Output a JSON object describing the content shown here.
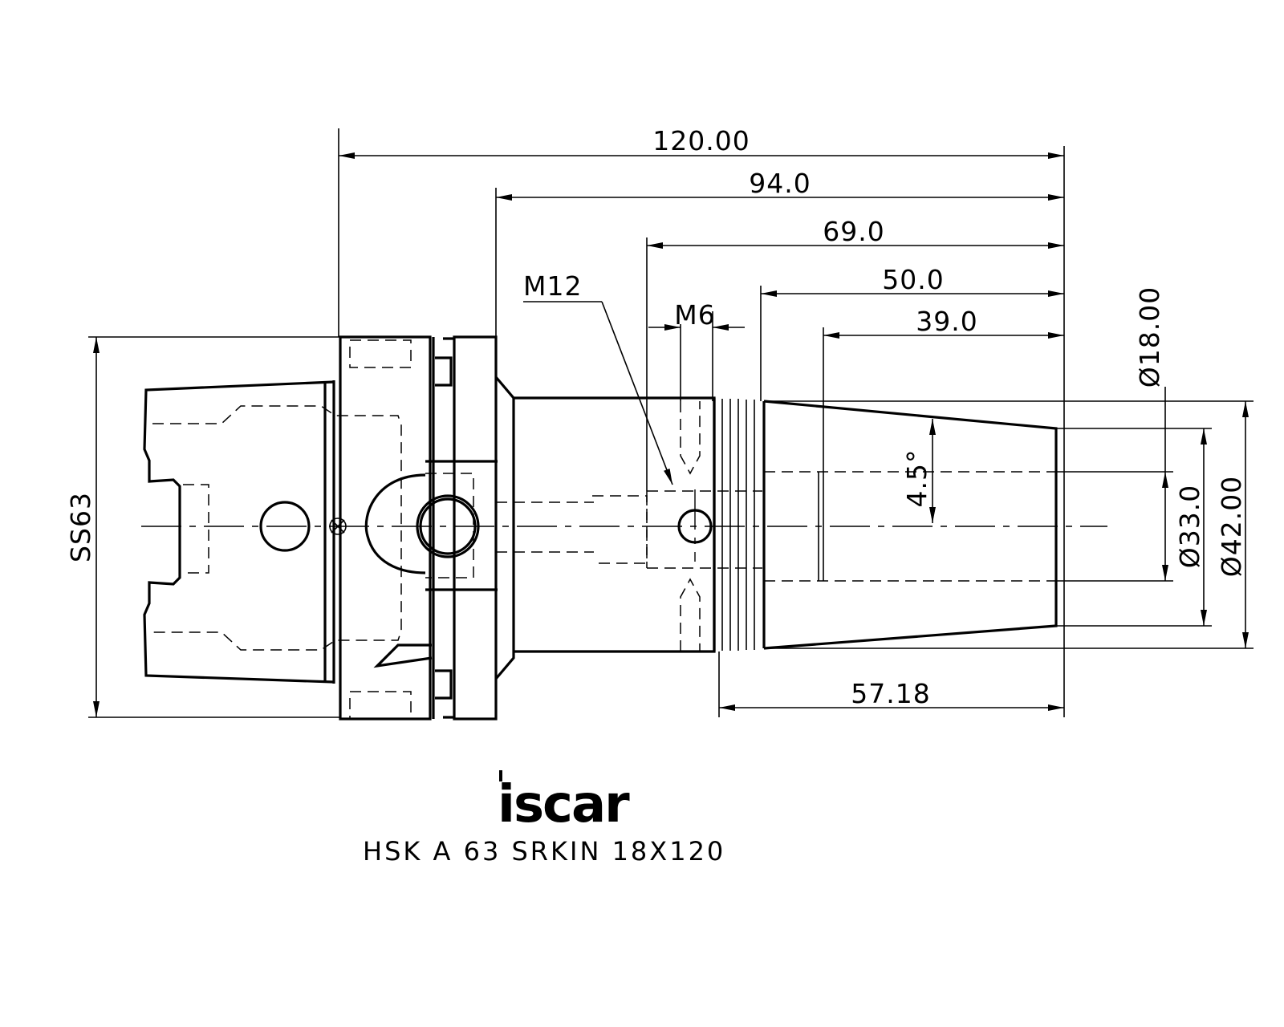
{
  "dimensions": {
    "overall_length": "120.00",
    "length_94": "94.0",
    "length_69": "69.0",
    "length_50": "50.0",
    "length_39": "39.0",
    "length_5718": "57.18",
    "thread_m12": "M12",
    "thread_m6": "M6",
    "dia_18": "Ø18.00",
    "dia_33": "Ø33.0",
    "dia_42": "Ø42.00",
    "angle": "4.5°",
    "shank": "SS63"
  },
  "logo": {
    "text": "iscar"
  },
  "part_label": "HSK A 63 SRKIN 18X120"
}
